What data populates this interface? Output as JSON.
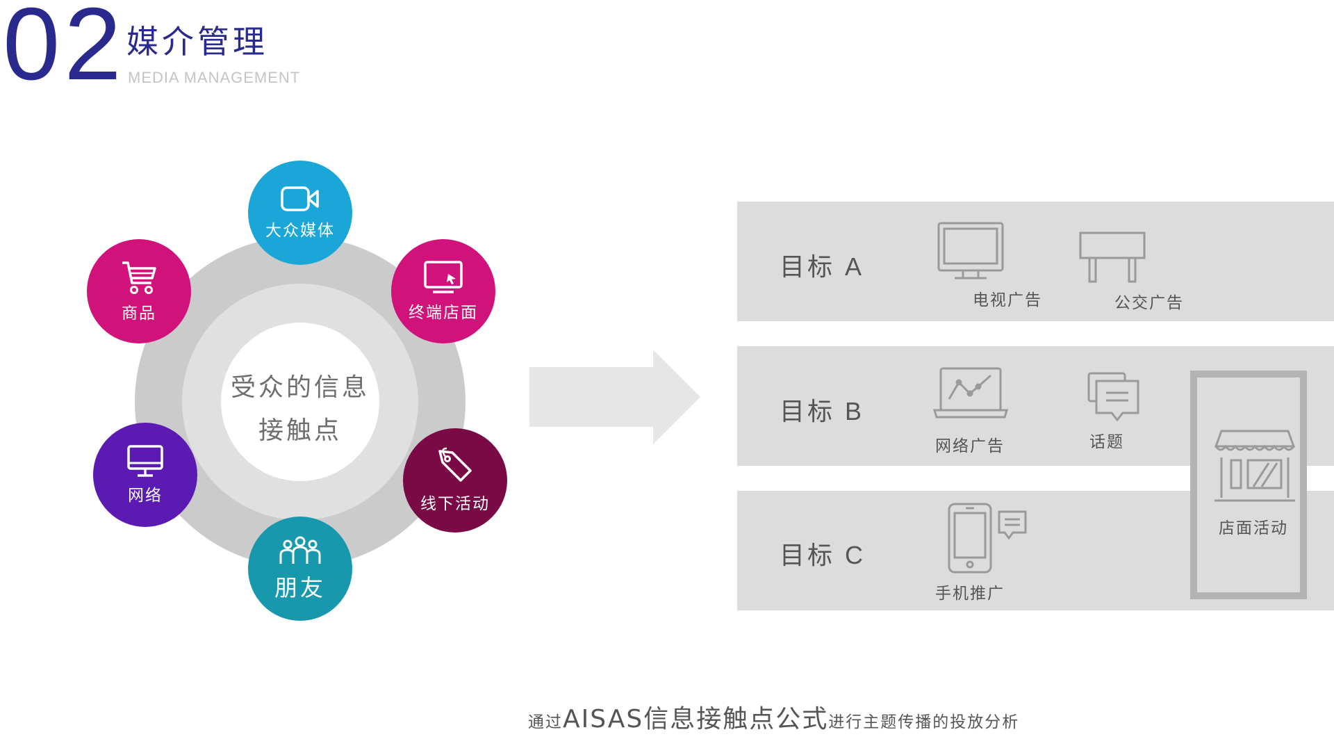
{
  "header": {
    "section_number": "02",
    "title": "媒介管理",
    "subtitle": "MEDIA MANAGEMENT"
  },
  "wheel": {
    "center": {
      "line1": "受众的信息",
      "line2": "接触点"
    },
    "nodes": [
      {
        "label": "大众媒体",
        "icon": "video-camera-icon",
        "color": "#1aa6d6"
      },
      {
        "label": "终端店面",
        "icon": "monitor-cursor-icon",
        "color": "#d1127a"
      },
      {
        "label": "线下活动",
        "icon": "price-tag-icon",
        "color": "#7a0a45"
      },
      {
        "label": "朋友",
        "icon": "people-group-icon",
        "color": "#1898ac"
      },
      {
        "label": "网络",
        "icon": "desktop-icon",
        "color": "#5b1bb3"
      },
      {
        "label": "商品",
        "icon": "shopping-cart-icon",
        "color": "#d1127a"
      }
    ]
  },
  "targets": [
    {
      "label": "目标",
      "letter": "A",
      "items": [
        {
          "label": "电视广告",
          "icon": "tv-icon"
        },
        {
          "label": "公交广告",
          "icon": "bus-stop-billboard-icon"
        }
      ]
    },
    {
      "label": "目标",
      "letter": "B",
      "items": [
        {
          "label": "网络广告",
          "icon": "laptop-chart-icon"
        },
        {
          "label": "话题",
          "icon": "chat-bubbles-icon"
        }
      ]
    },
    {
      "label": "目标",
      "letter": "C",
      "items": [
        {
          "label": "手机推广",
          "icon": "mobile-phone-message-icon"
        }
      ]
    }
  ],
  "store_activity": {
    "label": "店面活动",
    "icon": "storefront-icon"
  },
  "footer": {
    "prefix": "通过",
    "highlight": "AISAS信息接触点公式",
    "suffix": "进行主题传播的投放分析"
  },
  "colors": {
    "brand": "#2a2a8e",
    "band": "#dcdcdc",
    "subtitle": "#c4c4c4"
  }
}
